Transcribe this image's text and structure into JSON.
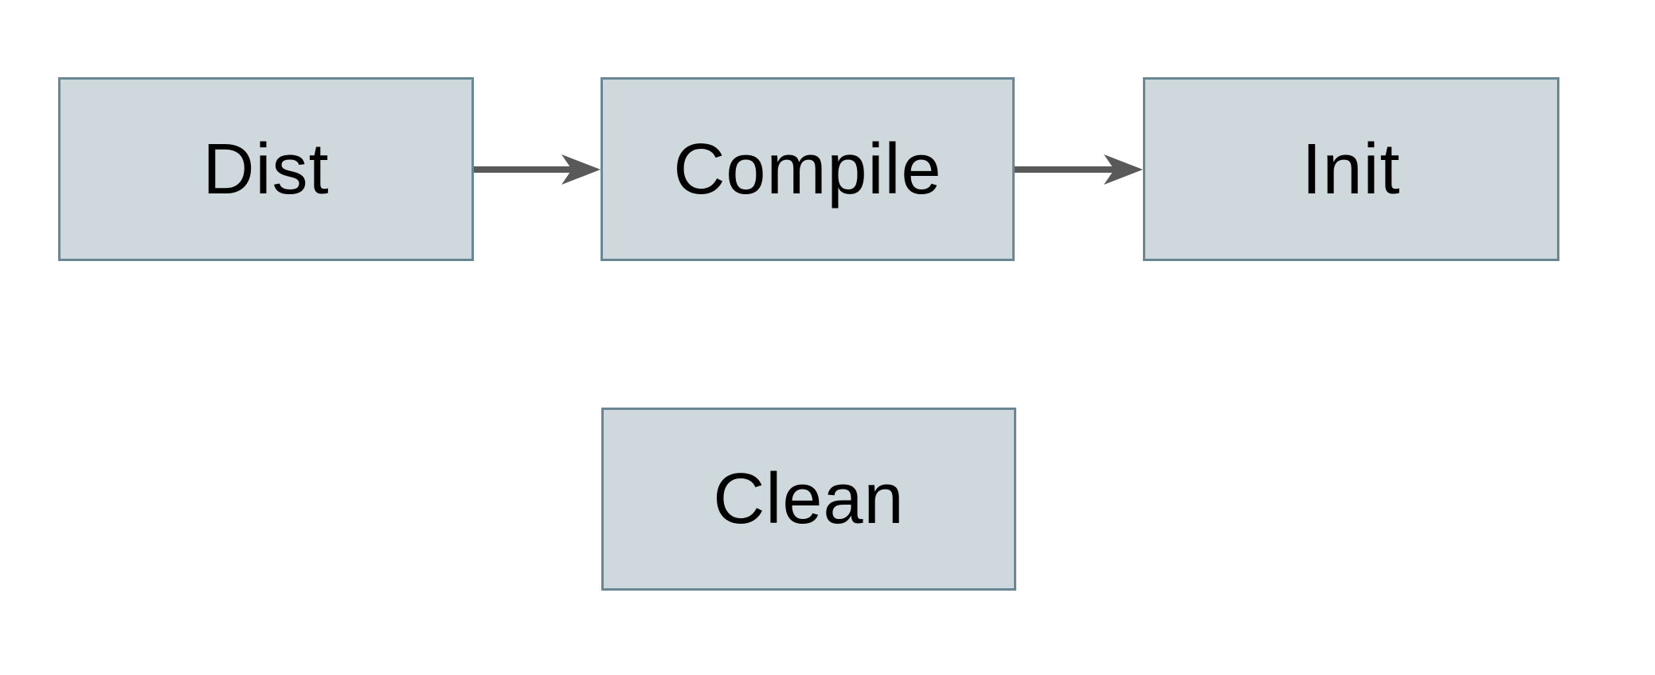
{
  "diagram": {
    "nodes": [
      {
        "id": "dist",
        "label": "Dist"
      },
      {
        "id": "compile",
        "label": "Compile"
      },
      {
        "id": "init",
        "label": "Init"
      },
      {
        "id": "clean",
        "label": "Clean"
      }
    ],
    "edges": [
      {
        "from": "dist",
        "to": "compile",
        "direction": "right"
      },
      {
        "from": "compile",
        "to": "init",
        "direction": "right"
      }
    ],
    "colors": {
      "background": "#ffffff",
      "node_fill": "#cfd8dc",
      "node_border": "#6a8796",
      "arrow": "#595959",
      "text": "#000000"
    }
  }
}
